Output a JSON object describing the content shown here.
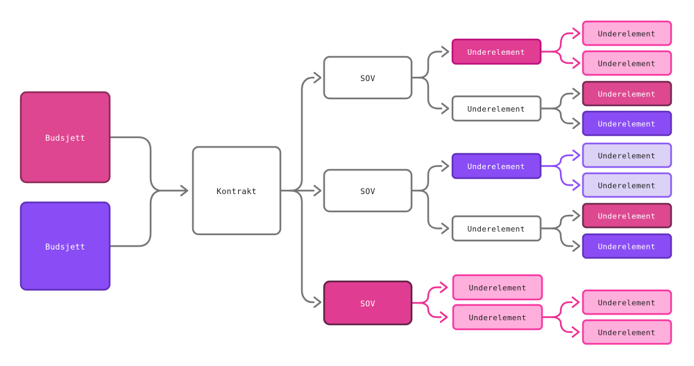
{
  "diagram": {
    "type": "flowchart",
    "direction": "left-to-right",
    "background": "#FFFFFF",
    "palette": {
      "gray_connector": "#757575",
      "pink_connector": "#ED2E92",
      "purple_connector": "#8B4DFF",
      "white_node_fill": "#FFFFFF",
      "white_node_border": "#757575",
      "pink_budsjett_fill": "#DE4691",
      "pink_budsjett_border": "#8F2B5B",
      "pink_sov_fill": "#E03C92",
      "pink_sov_border": "#602347",
      "hotpink_fill": "#E03D93",
      "hotpink_border": "#BE117E",
      "pink_leaf_fill": "#DD4890",
      "pink_leaf_border": "#732A50",
      "purple_fill": "#8A4DF5",
      "purple_border": "#6232BE",
      "lightpink_fill": "#FFAFDC",
      "lightpink_border": "#F637A0",
      "lightpurple_fill": "#DCD2F7",
      "lightpurple_border": "#8B5CF6",
      "text_dark": "#1F1F1F",
      "text_light": "#FFFFFF"
    },
    "nodes": {
      "budsjett_1": {
        "label": "Budsjett",
        "style": "pink-budsjett",
        "text": "light"
      },
      "budsjett_2": {
        "label": "Budsjett",
        "style": "purple",
        "text": "light"
      },
      "kontrakt": {
        "label": "Kontrakt",
        "style": "white",
        "text": "dark"
      },
      "sov_1": {
        "label": "SOV",
        "style": "white",
        "text": "dark"
      },
      "sov_2": {
        "label": "SOV",
        "style": "white",
        "text": "dark"
      },
      "sov_3": {
        "label": "SOV",
        "style": "pink-sov",
        "text": "light"
      },
      "ue_top_1": {
        "label": "Underelement",
        "style": "hotpink",
        "text": "light"
      },
      "ue_top_2": {
        "label": "Underelement",
        "style": "white",
        "text": "dark"
      },
      "ue_mid_1": {
        "label": "Underelement",
        "style": "purple",
        "text": "light"
      },
      "ue_mid_2": {
        "label": "Underelement",
        "style": "white",
        "text": "dark"
      },
      "ue_bot_1": {
        "label": "Underelement",
        "style": "lightpink",
        "text": "dark"
      },
      "ue_bot_2": {
        "label": "Underelement",
        "style": "lightpink",
        "text": "dark"
      },
      "leaf_1": {
        "label": "Underelement",
        "style": "lightpink",
        "text": "dark"
      },
      "leaf_2": {
        "label": "Underelement",
        "style": "lightpink",
        "text": "dark"
      },
      "leaf_3": {
        "label": "Underelement",
        "style": "pink-leaf",
        "text": "light"
      },
      "leaf_4": {
        "label": "Underelement",
        "style": "purple",
        "text": "light"
      },
      "leaf_5": {
        "label": "Underelement",
        "style": "lightpurple",
        "text": "dark"
      },
      "leaf_6": {
        "label": "Underelement",
        "style": "lightpurple",
        "text": "dark"
      },
      "leaf_7": {
        "label": "Underelement",
        "style": "pink-leaf",
        "text": "light"
      },
      "leaf_8": {
        "label": "Underelement",
        "style": "purple",
        "text": "light"
      },
      "leaf_9": {
        "label": "Underelement",
        "style": "lightpink",
        "text": "dark"
      },
      "leaf_10": {
        "label": "Underelement",
        "style": "lightpink",
        "text": "dark"
      }
    },
    "edges": [
      {
        "from": "budsjett_1",
        "to": "kontrakt",
        "color": "gray"
      },
      {
        "from": "budsjett_2",
        "to": "kontrakt",
        "color": "gray"
      },
      {
        "from": "kontrakt",
        "to": "sov_1",
        "color": "gray"
      },
      {
        "from": "kontrakt",
        "to": "sov_2",
        "color": "gray"
      },
      {
        "from": "kontrakt",
        "to": "sov_3",
        "color": "gray"
      },
      {
        "from": "sov_1",
        "to": "ue_top_1",
        "color": "gray"
      },
      {
        "from": "sov_1",
        "to": "ue_top_2",
        "color": "gray"
      },
      {
        "from": "sov_2",
        "to": "ue_mid_1",
        "color": "gray"
      },
      {
        "from": "sov_2",
        "to": "ue_mid_2",
        "color": "gray"
      },
      {
        "from": "sov_3",
        "to": "ue_bot_1",
        "color": "pink"
      },
      {
        "from": "sov_3",
        "to": "ue_bot_2",
        "color": "pink"
      },
      {
        "from": "ue_top_1",
        "to": "leaf_1",
        "color": "pink"
      },
      {
        "from": "ue_top_1",
        "to": "leaf_2",
        "color": "pink"
      },
      {
        "from": "ue_top_2",
        "to": "leaf_3",
        "color": "gray"
      },
      {
        "from": "ue_top_2",
        "to": "leaf_4",
        "color": "gray"
      },
      {
        "from": "ue_mid_1",
        "to": "leaf_5",
        "color": "purple"
      },
      {
        "from": "ue_mid_1",
        "to": "leaf_6",
        "color": "purple"
      },
      {
        "from": "ue_mid_2",
        "to": "leaf_7",
        "color": "gray"
      },
      {
        "from": "ue_mid_2",
        "to": "leaf_8",
        "color": "gray"
      },
      {
        "from": "ue_bot_2",
        "to": "leaf_9",
        "color": "pink"
      },
      {
        "from": "ue_bot_2",
        "to": "leaf_10",
        "color": "pink"
      }
    ]
  }
}
